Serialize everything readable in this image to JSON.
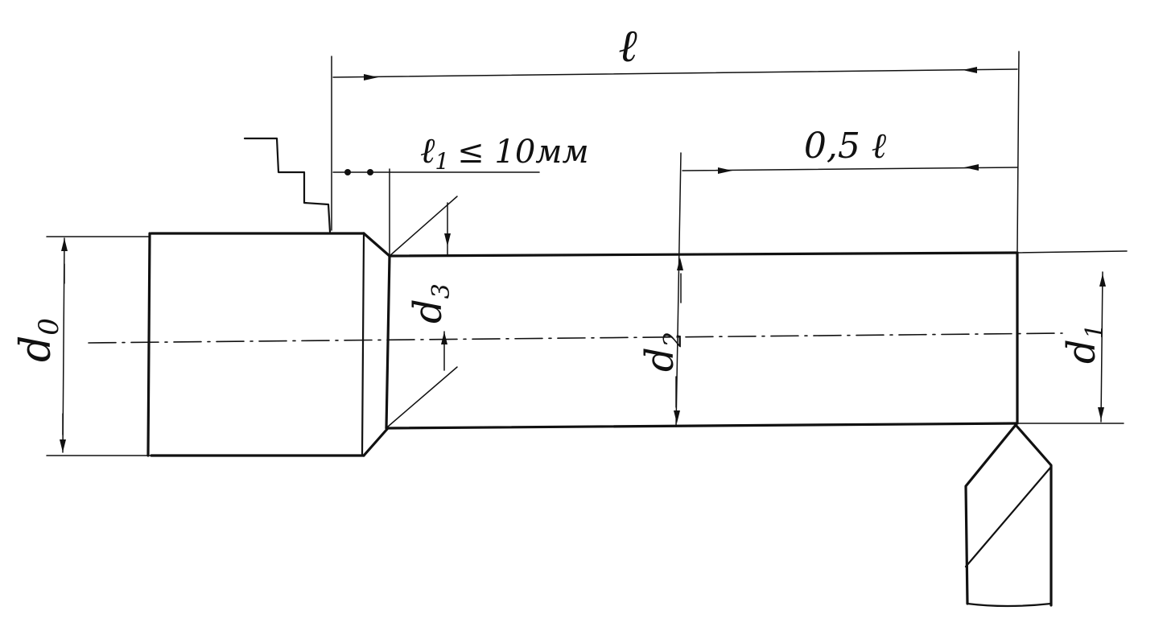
{
  "labels": {
    "length_total": "ℓ",
    "length_l1": "ℓ",
    "length_l1_sub": "1",
    "length_l1_rel": "≤ 10мм",
    "half_length": "0,5 ℓ",
    "d0": "d",
    "d0_sub": "0",
    "d3": "d",
    "d3_sub": "3",
    "d2": "d",
    "d2_sub": "2",
    "d1": "d",
    "d1_sub": "1"
  },
  "colors": {
    "ink": "#111111",
    "paper": "#ffffff"
  }
}
